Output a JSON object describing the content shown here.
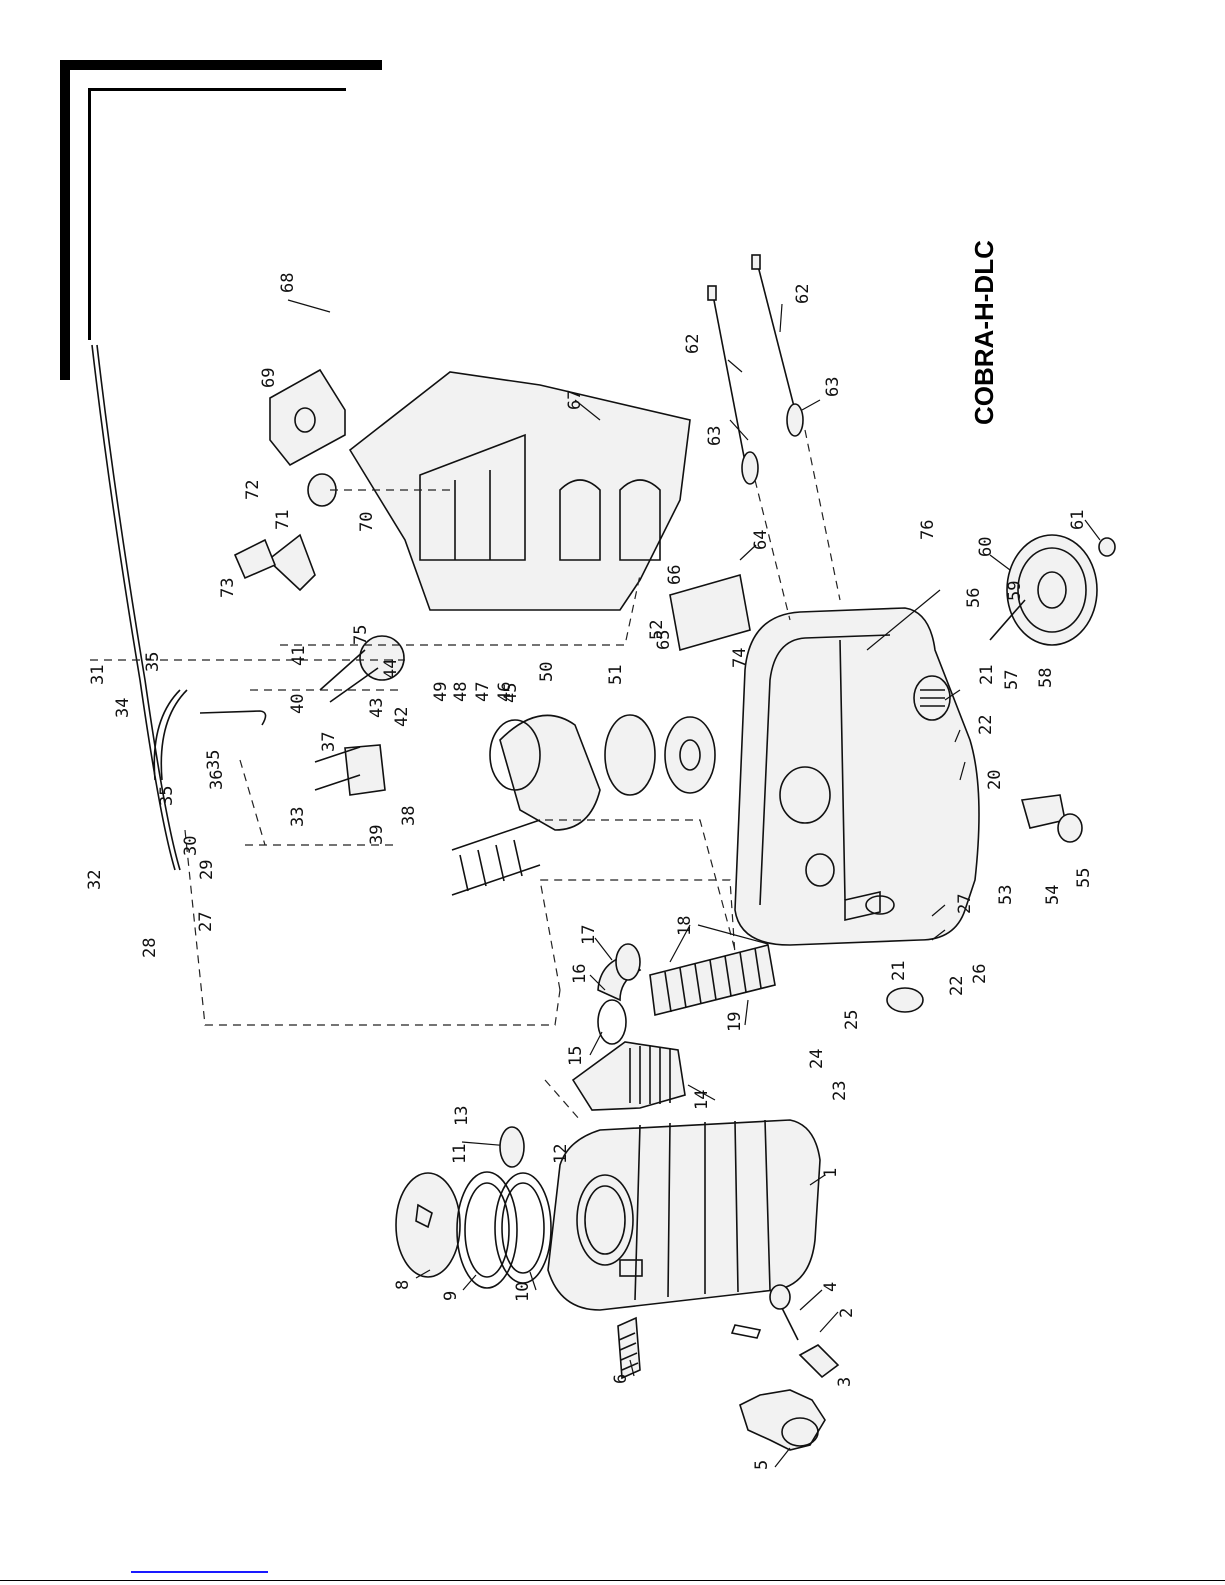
{
  "model_title": "COBRA-H-DLC",
  "callouts": [
    {
      "label": "1"
    },
    {
      "label": "2"
    },
    {
      "label": "3"
    },
    {
      "label": "4"
    },
    {
      "label": "5"
    },
    {
      "label": "6"
    },
    {
      "label": "8"
    },
    {
      "label": "9"
    },
    {
      "label": "10"
    },
    {
      "label": "11"
    },
    {
      "label": "12"
    },
    {
      "label": "13"
    },
    {
      "label": "14"
    },
    {
      "label": "15"
    },
    {
      "label": "16"
    },
    {
      "label": "17"
    },
    {
      "label": "18"
    },
    {
      "label": "19"
    },
    {
      "label": "20"
    },
    {
      "label": "21"
    },
    {
      "label": "22"
    },
    {
      "label": "21"
    },
    {
      "label": "22"
    },
    {
      "label": "23"
    },
    {
      "label": "24"
    },
    {
      "label": "25"
    },
    {
      "label": "26"
    },
    {
      "label": "27"
    },
    {
      "label": "27"
    },
    {
      "label": "28"
    },
    {
      "label": "29"
    },
    {
      "label": "30"
    },
    {
      "label": "31"
    },
    {
      "label": "32"
    },
    {
      "label": "33"
    },
    {
      "label": "34"
    },
    {
      "label": "35"
    },
    {
      "label": "35"
    },
    {
      "label": "35"
    },
    {
      "label": "36"
    },
    {
      "label": "37"
    },
    {
      "label": "38"
    },
    {
      "label": "39"
    },
    {
      "label": "40"
    },
    {
      "label": "41"
    },
    {
      "label": "42"
    },
    {
      "label": "43"
    },
    {
      "label": "44"
    },
    {
      "label": "45"
    },
    {
      "label": "46"
    },
    {
      "label": "47"
    },
    {
      "label": "48"
    },
    {
      "label": "49"
    },
    {
      "label": "50"
    },
    {
      "label": "51"
    },
    {
      "label": "52"
    },
    {
      "label": "53"
    },
    {
      "label": "54"
    },
    {
      "label": "55"
    },
    {
      "label": "56"
    },
    {
      "label": "57"
    },
    {
      "label": "58"
    },
    {
      "label": "59"
    },
    {
      "label": "60"
    },
    {
      "label": "61"
    },
    {
      "label": "62"
    },
    {
      "label": "62"
    },
    {
      "label": "63"
    },
    {
      "label": "63"
    },
    {
      "label": "64"
    },
    {
      "label": "65"
    },
    {
      "label": "66"
    },
    {
      "label": "67"
    },
    {
      "label": "68"
    },
    {
      "label": "69"
    },
    {
      "label": "70"
    },
    {
      "label": "71"
    },
    {
      "label": "72"
    },
    {
      "label": "73"
    },
    {
      "label": "74"
    },
    {
      "label": "75"
    },
    {
      "label": "76"
    }
  ]
}
